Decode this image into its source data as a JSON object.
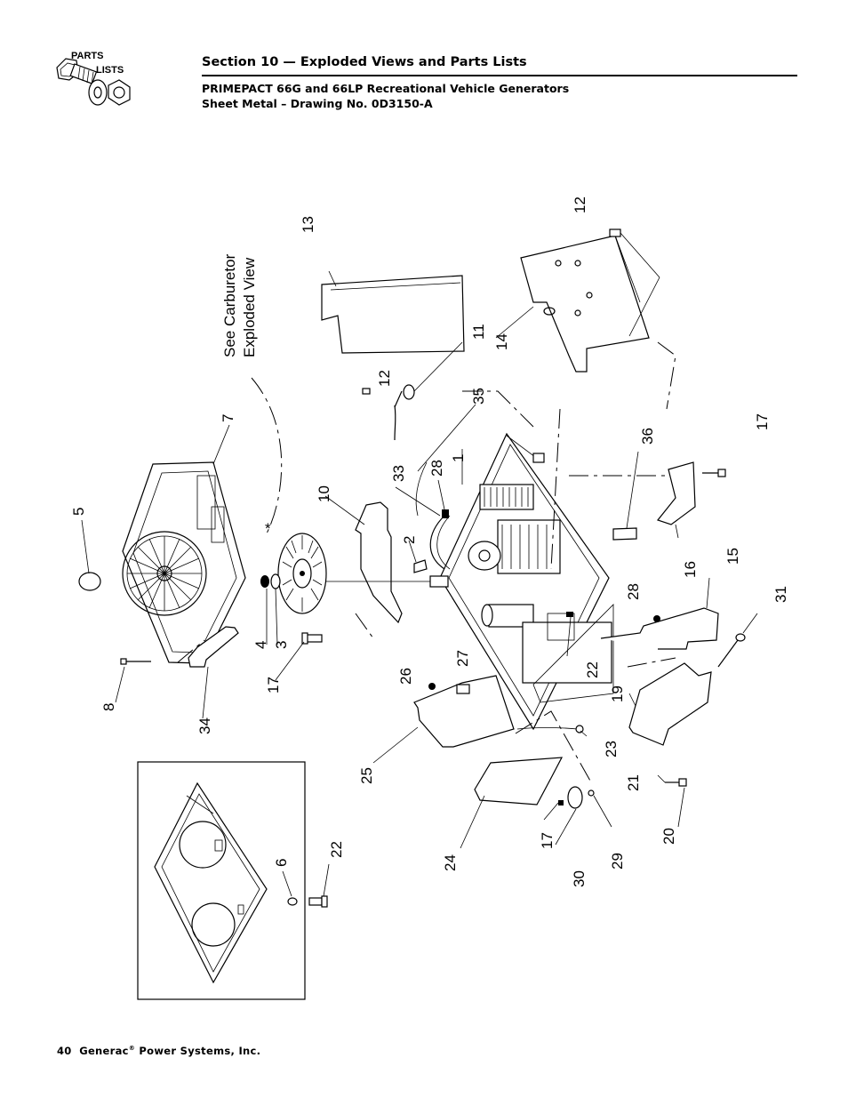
{
  "logo": {
    "line1": "PARTS",
    "line2": "LISTS"
  },
  "header": {
    "section_title": "Section 10 — Exploded Views and Parts Lists",
    "model": "PRIMEPACT 66G and 66LP Recreational Vehicle Generators",
    "drawing": "Sheet Metal – Drawing No. 0D3150-A"
  },
  "diagram": {
    "note_line1": "See Carburetor",
    "note_line2": "Exploded View",
    "asterisk": "*",
    "callouts": [
      "1",
      "2",
      "3",
      "4",
      "5",
      "6",
      "7",
      "8",
      "10",
      "11",
      "12",
      "12",
      "13",
      "14",
      "15",
      "16",
      "17",
      "17",
      "17",
      "19",
      "20",
      "21",
      "22",
      "22",
      "23",
      "24",
      "25",
      "26",
      "27",
      "28",
      "28",
      "29",
      "30",
      "31",
      "33",
      "34",
      "35",
      "36"
    ]
  },
  "footer": {
    "page": "40",
    "company": "Generac",
    "reg": "®",
    "company_rest": "Power Systems, Inc."
  }
}
